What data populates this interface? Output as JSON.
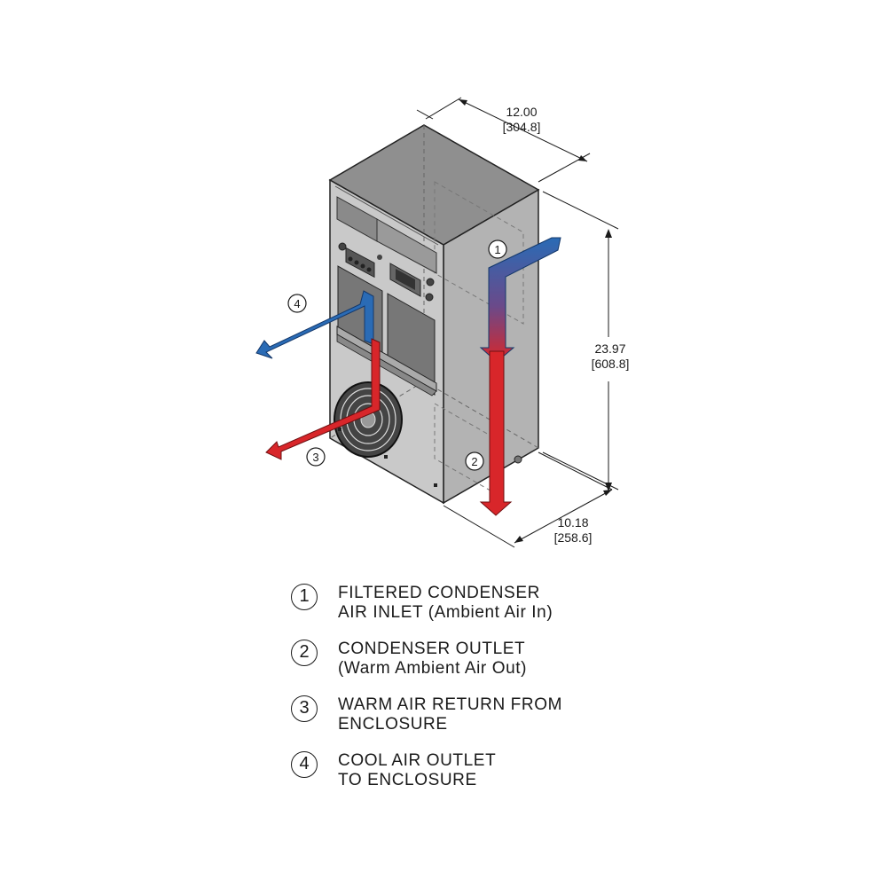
{
  "dimensions": {
    "depth": {
      "value": "12.00",
      "metric": "[304.8]"
    },
    "height": {
      "value": "23.97",
      "metric": "[608.8]"
    },
    "width": {
      "value": "10.18",
      "metric": "[258.6]"
    }
  },
  "callouts": [
    "1",
    "2",
    "3",
    "4"
  ],
  "legend": [
    {
      "number": "1",
      "line1": "FILTERED CONDENSER",
      "line2": "AIR INLET (Ambient Air In)"
    },
    {
      "number": "2",
      "line1": "CONDENSER OUTLET",
      "line2": "(Warm Ambient Air Out)"
    },
    {
      "number": "3",
      "line1": "WARM AIR RETURN FROM",
      "line2": "ENCLOSURE"
    },
    {
      "number": "4",
      "line1": "COOL AIR OUTLET",
      "line2": "TO ENCLOSURE"
    }
  ],
  "colors": {
    "cool_air": "#2a6bb5",
    "warm_air": "#d8262a",
    "cabinet_top": "#8f8f8f",
    "cabinet_front": "#c9c9c9",
    "cabinet_side": "#b3b3b3"
  }
}
